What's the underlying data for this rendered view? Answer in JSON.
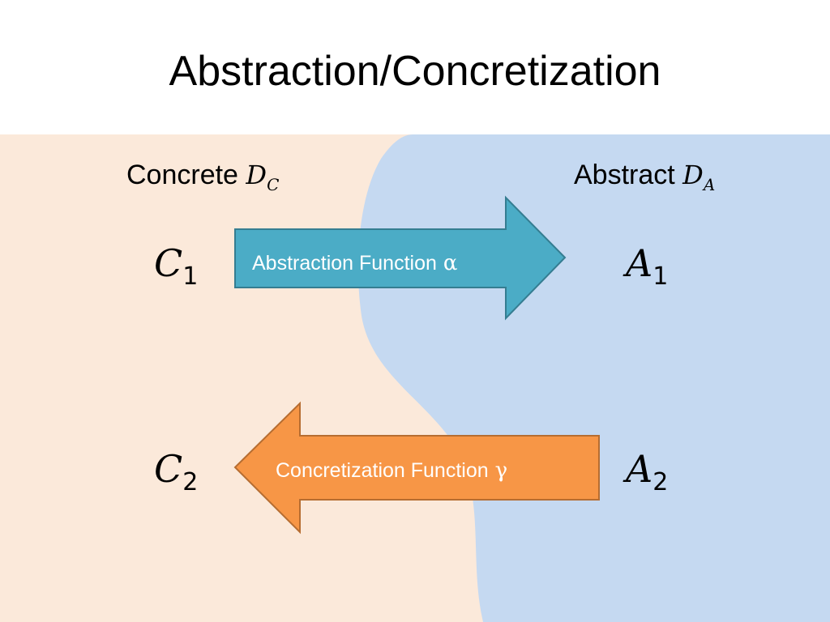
{
  "slide": {
    "title": "Abstraction/Concretization"
  },
  "domains": {
    "concrete": {
      "label": "Concrete",
      "symbol": "D",
      "subscript": "C",
      "background_color": "#fbe9da"
    },
    "abstract": {
      "label": "Abstract",
      "symbol": "D",
      "subscript": "A",
      "background_color": "#c5d9f1"
    }
  },
  "elements": {
    "c1": {
      "symbol": "C",
      "subscript": "1"
    },
    "c2": {
      "symbol": "C",
      "subscript": "2"
    },
    "a1": {
      "symbol": "A",
      "subscript": "1"
    },
    "a2": {
      "symbol": "A",
      "subscript": "2"
    }
  },
  "arrows": {
    "abstraction": {
      "label": "Abstraction Function",
      "greek": "α",
      "direction": "right",
      "fill_color": "#4bacc6",
      "stroke_color": "#357d91"
    },
    "concretization": {
      "label": "Concretization Function",
      "greek": "γ",
      "direction": "left",
      "fill_color": "#f79646",
      "stroke_color": "#b66d31"
    }
  }
}
